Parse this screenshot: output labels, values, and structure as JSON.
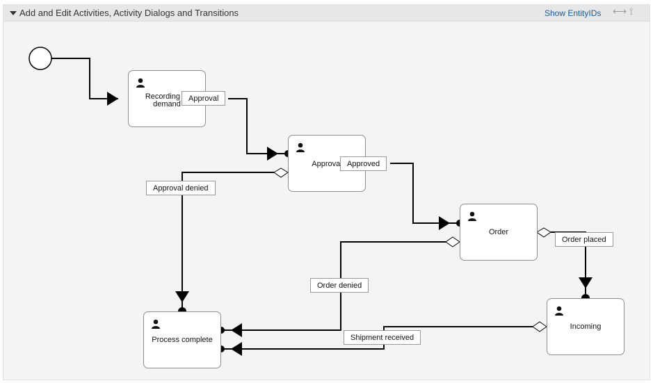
{
  "header": {
    "title": "Add and Edit Activities, Activity Dialogs and Transitions",
    "show_entity_ids": "Show EntityIDs",
    "resize_horizontal_glyph": "⟷",
    "resize_vertical_glyph": "⟟"
  },
  "activities": {
    "recording": {
      "name": "Recording of demand"
    },
    "approval": {
      "name": "Approval"
    },
    "order": {
      "name": "Order"
    },
    "incoming": {
      "name": "Incoming"
    },
    "complete": {
      "name": "Process complete"
    }
  },
  "transitions": {
    "approval": "Approval",
    "approved": "Approved",
    "approval_denied": "Approval denied",
    "order_placed": "Order placed",
    "order_denied": "Order denied",
    "shipment_received": "Shipment received"
  },
  "colors": {
    "panel_bg": "#f4f4f4",
    "header_bg": "#e7e7e7",
    "link": "#1a5a96",
    "connector": "#000000"
  }
}
